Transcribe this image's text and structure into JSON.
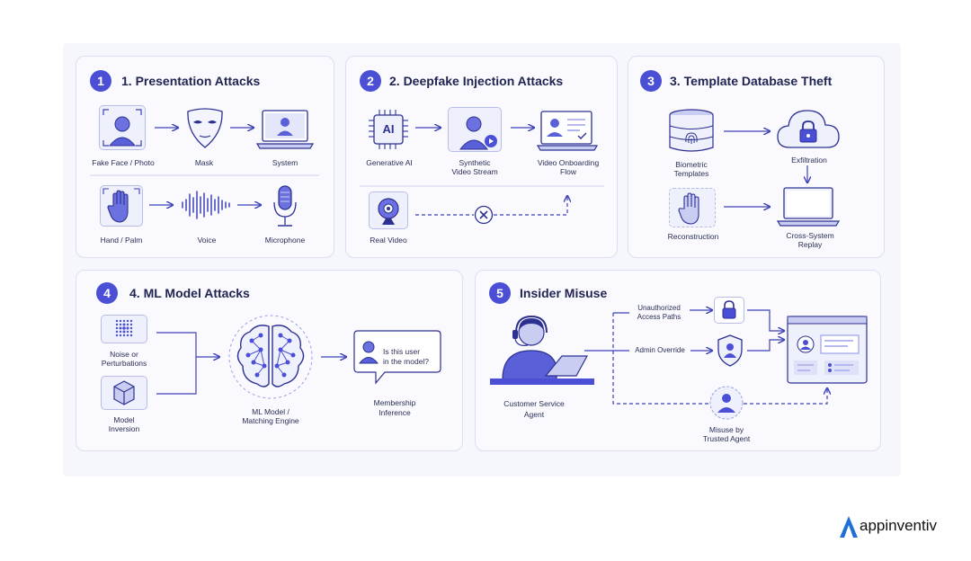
{
  "panels": [
    {
      "number": "1",
      "title": "1. Presentation Attacks"
    },
    {
      "number": "2",
      "title": "2. Deepfake Injection Attacks"
    },
    {
      "number": "3",
      "title": "3. Template Database Theft"
    },
    {
      "number": "4",
      "title": "4. ML Model Attacks"
    },
    {
      "number": "5",
      "title": "Insider Misuse"
    }
  ],
  "presentation": {
    "fake_face": "Fake Face / Photo",
    "mask": "Mask",
    "system": "System",
    "hand": "Hand / Palm",
    "voice": "Voice",
    "microphone": "Microphone"
  },
  "deepfake": {
    "ai_badge": "AI",
    "generative": "Generative AI",
    "synthetic_1": "Synthetic",
    "synthetic_2": "Video Stream",
    "onboarding_1": "Video Onboarding",
    "onboarding_2": "Flow",
    "real_video": "Real Video"
  },
  "template": {
    "biometric_1": "Biometric",
    "biometric_2": "Templates",
    "exfiltration": "Exfiltration",
    "reconstruction": "Reconstruction",
    "replay_1": "Cross-System",
    "replay_2": "Replay"
  },
  "ml": {
    "noise_1": "Noise or",
    "noise_2": "Perturbations",
    "inversion_1": "Model",
    "inversion_2": "Inversion",
    "engine_1": "ML Model /",
    "engine_2": "Matching Engine",
    "bubble_1": "Is this user",
    "bubble_2": "in the model?",
    "membership_1": "Membership",
    "membership_2": "Inference"
  },
  "insider": {
    "unauth_1": "Unauthorized",
    "unauth_2": "Access Paths",
    "admin": "Admin Override",
    "agent_1": "Customer Service",
    "agent_2": "Agent",
    "misuse_1": "Misuse by",
    "misuse_2": "Trusted Agent"
  },
  "brand": {
    "name": "appinventiv"
  },
  "colors": {
    "accent": "#4a4fd6",
    "line": "#3d42b8",
    "panel_border": "#dcdff1"
  }
}
